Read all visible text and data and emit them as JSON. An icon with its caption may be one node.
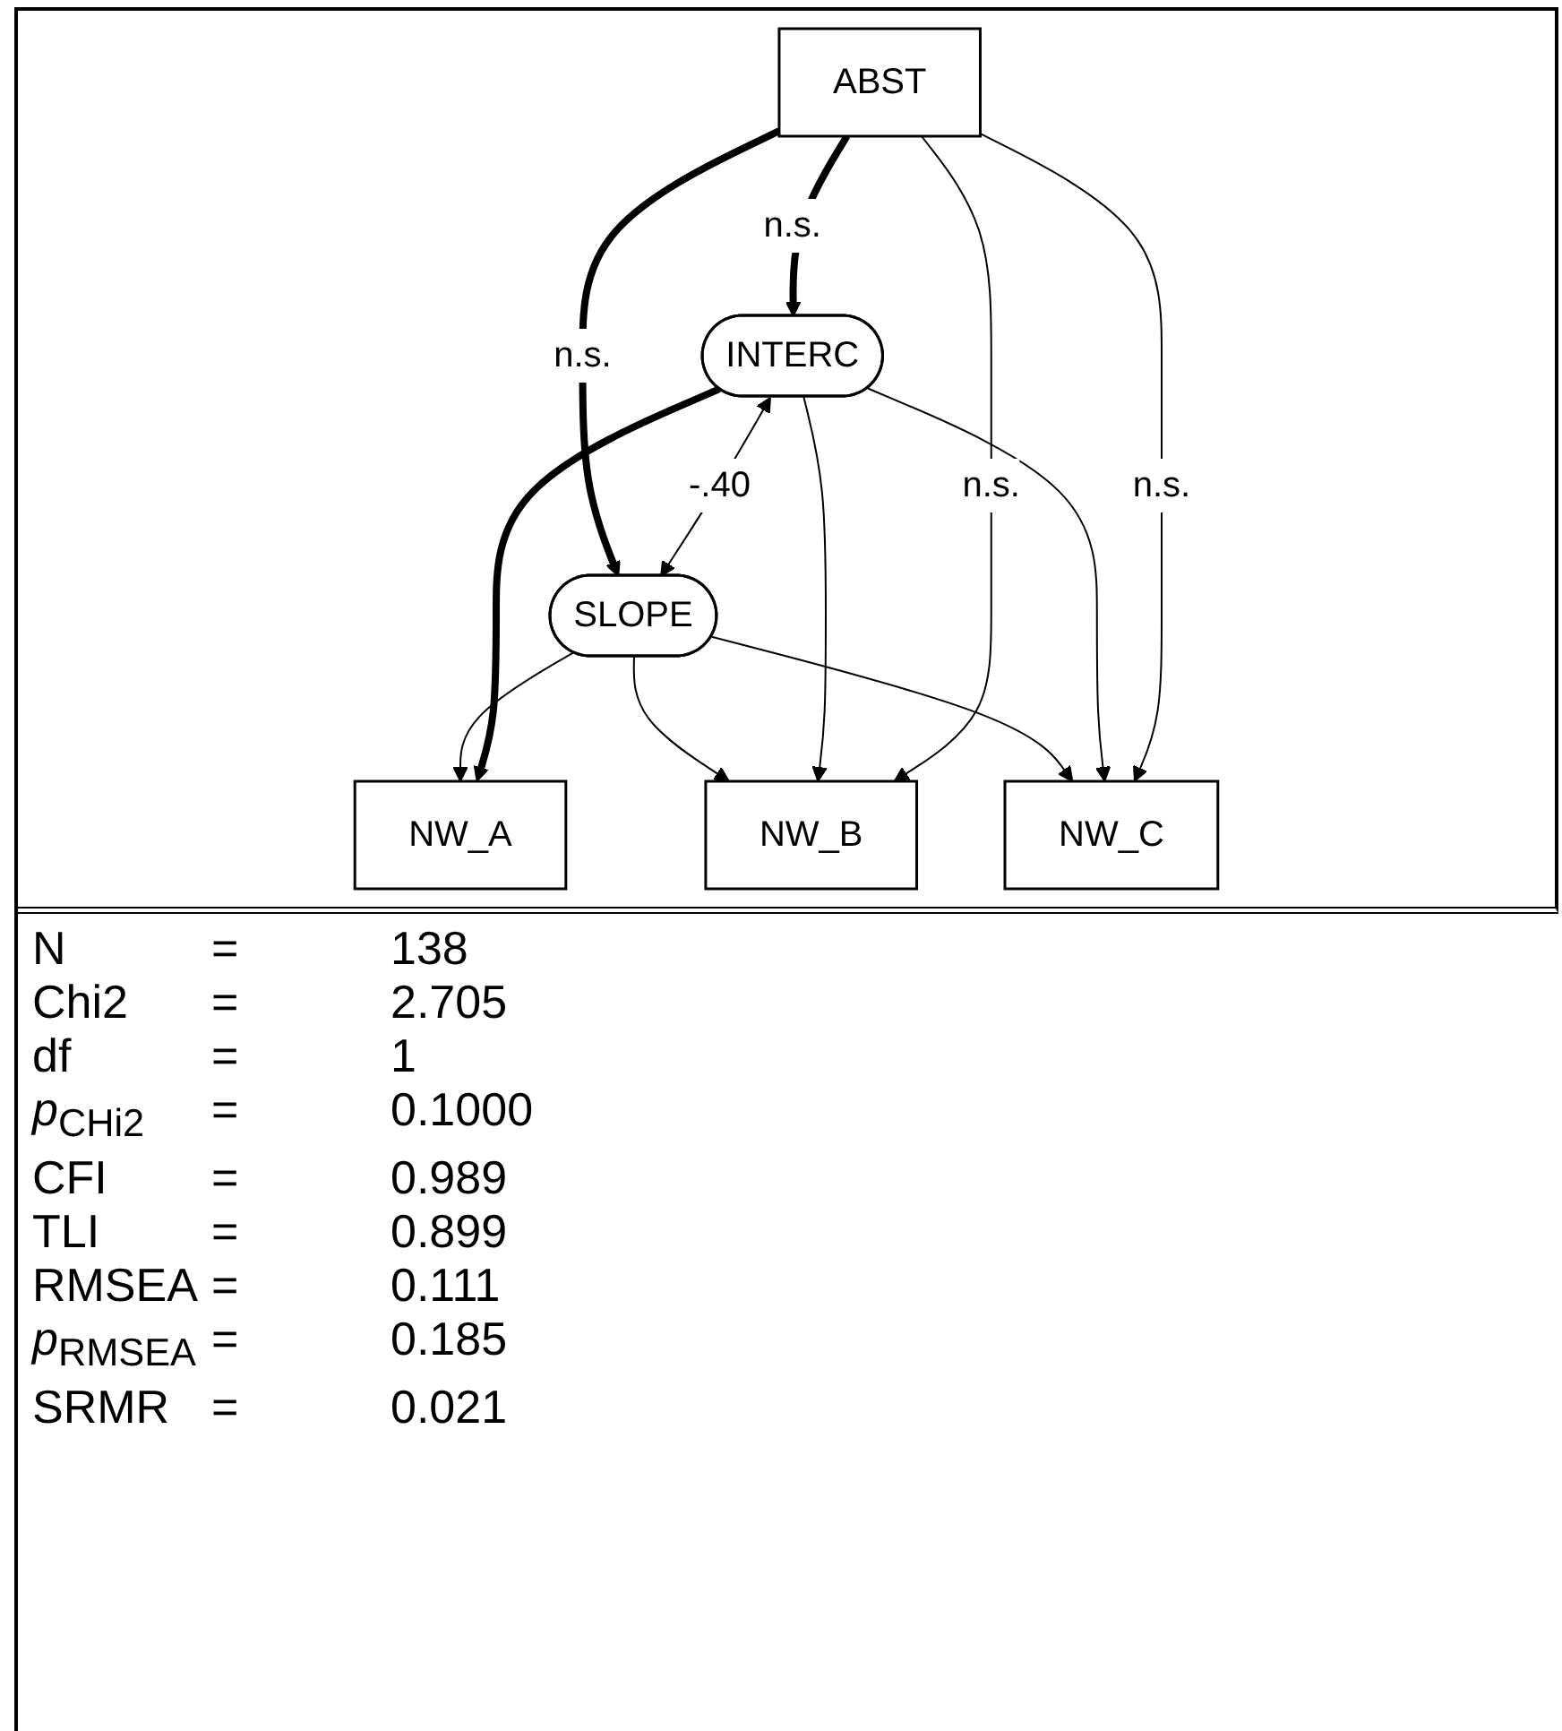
{
  "diagram": {
    "nodes": [
      {
        "text": [
          "INTERC"
        ]
      },
      {
        "text": [
          "SLOPE"
        ]
      },
      {
        "text": [
          "ABST"
        ]
      },
      {
        "text": [
          "NW_A"
        ]
      },
      {
        "text": [
          "NW_B"
        ]
      },
      {
        "text": [
          "NW_C"
        ]
      }
    ],
    "edges": [
      {
        "from": 0,
        "to": 1,
        "arrow": "both",
        "label": "-.40"
      },
      {
        "from": 2,
        "to": 0,
        "arrow": "to",
        "label": "n.s.",
        "style": "thick"
      },
      {
        "from": 2,
        "to": 1,
        "arrow": "to",
        "label": "n.s.",
        "style": "thick"
      },
      {
        "from": 2,
        "to": 4,
        "arrow": "to",
        "label": "n.s."
      },
      {
        "from": 2,
        "to": 5,
        "arrow": "to",
        "label": "n.s."
      },
      {
        "from": 0,
        "to": 3,
        "arrow": "to",
        "style": "thick"
      },
      {
        "from": 0,
        "to": 4,
        "arrow": "to"
      },
      {
        "from": 0,
        "to": 5,
        "arrow": "to"
      },
      {
        "from": 1,
        "to": 3,
        "arrow": "to"
      },
      {
        "from": 1,
        "to": 4,
        "arrow": "to"
      },
      {
        "from": 1,
        "to": 5,
        "arrow": "to"
      }
    ],
    "labels": [
      "N",
      "=",
      "138",
      "Chi2",
      "=",
      "2.705",
      "df",
      "=",
      "1",
      "*p*$_{CHi2}$",
      "=",
      "0.1000",
      "CFI",
      "=",
      "0.989",
      "TLI",
      "=",
      "0.899",
      "RMSEA",
      "=",
      "0.111",
      "*p*$_{RMSEA}$",
      "=",
      "0.185",
      "SRMR",
      "=",
      "0.021"
    ]
  }
}
